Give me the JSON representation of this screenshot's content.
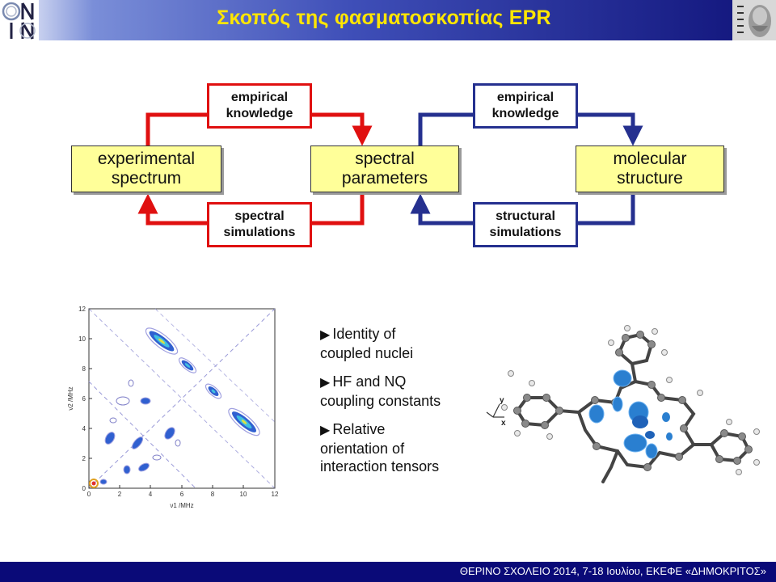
{
  "header": {
    "title": "Σκοπός της φασματοσκοπίας EPR"
  },
  "diagram": {
    "nodes": {
      "experimental": "experimental\nspectrum",
      "parameters": "spectral\nparameters",
      "structure": "molecular\nstructure"
    },
    "labels": {
      "empirical_left": "empirical\nknowledge",
      "simulations_left": "spectral\nsimulations",
      "empirical_right": "empirical\nknowledge",
      "simulations_right": "structural\nsimulations"
    },
    "colors": {
      "red": "#e01010",
      "blue": "#25308f",
      "node_fill": "#ffff99"
    }
  },
  "plot": {
    "xlabel": "ν1 /MHz",
    "ylabel": "ν2 /MHz",
    "x_ticks": [
      "0",
      "2",
      "4",
      "6",
      "8",
      "10",
      "12"
    ],
    "y_ticks": [
      "0",
      "2",
      "4",
      "6",
      "8",
      "10",
      "12"
    ]
  },
  "bullets": [
    "Identity of\ncoupled nuclei",
    "HF and NQ\ncoupling constants",
    "Relative\norientation of\ninteraction tensors"
  ],
  "molecule": {
    "axis_y": "y",
    "axis_x": "x"
  },
  "footer": {
    "text": "ΘΕΡΙΝΟ ΣΧΟΛΕΙΟ 2014, 7-18 Ιουλίου, ΕΚΕΦΕ «ΔΗΜΟΚΡΙΤΟΣ»"
  }
}
